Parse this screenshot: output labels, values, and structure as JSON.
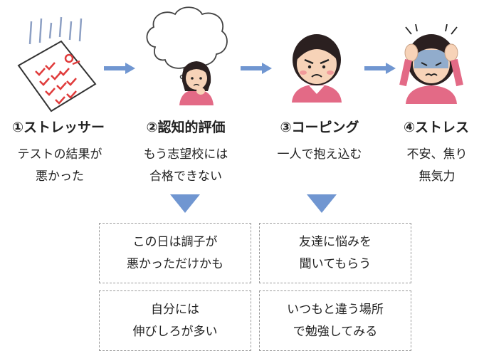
{
  "stages": [
    {
      "title": "①ストレッサー",
      "desc": [
        "テストの結果が",
        "悪かった"
      ],
      "icon": "test-paper-icon"
    },
    {
      "title": "②認知的評価",
      "desc": [
        "もう志望校には",
        "合格できない"
      ],
      "icon": "worried-girl-thought-icon"
    },
    {
      "title": "③コーピング",
      "desc": [
        "一人で抱え込む"
      ],
      "icon": "frowning-girl-icon"
    },
    {
      "title": "④ストレス",
      "desc": [
        "不安、焦り",
        "無気力"
      ],
      "icon": "anxious-girl-icon"
    }
  ],
  "alternatives": {
    "appraisal": [
      [
        "この日は調子が",
        "悪かっただけかも"
      ],
      [
        "自分には",
        "伸びしろが多い"
      ]
    ],
    "coping": [
      [
        "友達に悩みを",
        "聞いてもらう"
      ],
      [
        "いつもと違う場所",
        "で勉強してみる"
      ]
    ]
  },
  "colors": {
    "arrow": "#7096d1",
    "skin": "#f7d3b8",
    "hair": "#2b2020",
    "shirt": "#e36a86",
    "red_mark": "#e03c3c",
    "box_border": "#9a9a9a"
  }
}
